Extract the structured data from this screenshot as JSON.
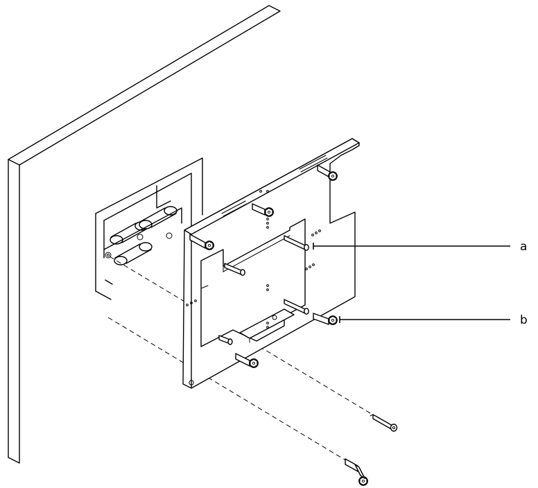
{
  "callouts": {
    "a": "a",
    "b": "b"
  },
  "icons": {
    "wall": "wall-panel",
    "bracket": "mounting-bracket",
    "bolt": "flanged-hex-bolt",
    "screw": "mounting-screw"
  }
}
